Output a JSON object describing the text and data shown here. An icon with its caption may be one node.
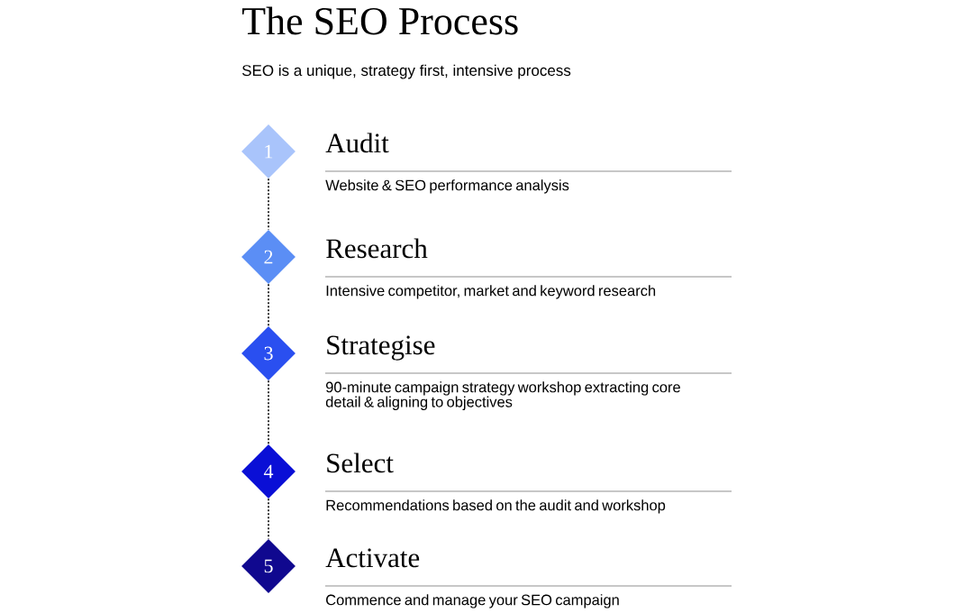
{
  "diagram": {
    "title": "The SEO Process",
    "caption": "SEO is a unique, strategy first, intensive process",
    "nodes": [
      {
        "text": [
          "1"
        ],
        "beside": [
          "Audit",
          "Website & SEO performance analysis"
        ]
      },
      {
        "text": [
          "2"
        ],
        "beside": [
          "Research",
          "Intensive competitor, market and keyword research"
        ]
      },
      {
        "text": [
          "3"
        ],
        "beside": [
          "Strategise",
          "90-minute campaign strategy workshop extracting core detail & aligning to objectives"
        ]
      },
      {
        "text": [
          "4"
        ],
        "beside": [
          "Select",
          "Recommendations based on the audit and workshop"
        ]
      },
      {
        "text": [
          "5"
        ],
        "beside": [
          "Activate",
          "Commence and manage your SEO campaign"
        ]
      }
    ],
    "edges": [
      {
        "from": 0,
        "to": 1,
        "arrow": "none"
      },
      {
        "from": 1,
        "to": 2,
        "arrow": "none"
      },
      {
        "from": 2,
        "to": 3,
        "arrow": "none"
      },
      {
        "from": 3,
        "to": 4,
        "arrow": "none"
      }
    ]
  }
}
